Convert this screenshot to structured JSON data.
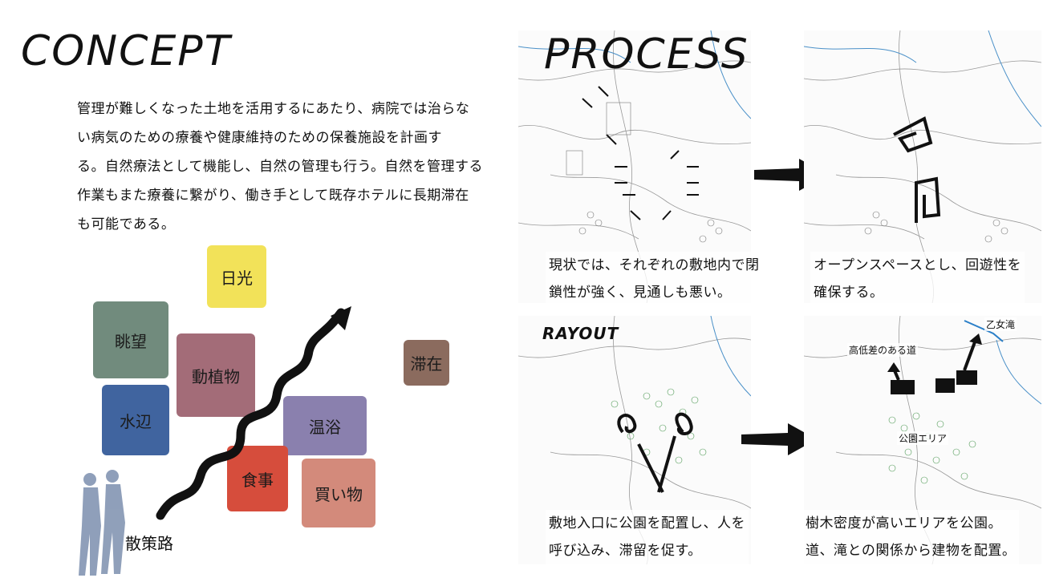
{
  "concept": {
    "heading": "CONCEPT",
    "text_lines": [
      "管理が難しくなった土地を活用するにあたり、病院では治らな",
      "い病気のための療養や健康維持のための保養施設を計画す",
      "る。自然療法として機能し、自然の管理も行う。自然を管理する",
      "作業もまた療養に繋がり、働き手として既存ホテルに長期滞在",
      "も可能である。"
    ],
    "swatches": [
      {
        "label": "日光",
        "color": "#f4e34a"
      },
      {
        "label": "眺望",
        "color": "#6f8c7c"
      },
      {
        "label": "動植物",
        "color": "#a86b78"
      },
      {
        "label": "滞在",
        "color": "#8e6a5c"
      },
      {
        "label": "水辺",
        "color": "#3c64a6"
      },
      {
        "label": "温浴",
        "color": "#8a7fb2"
      },
      {
        "label": "食事",
        "color": "#e24a37"
      },
      {
        "label": "買い物",
        "color": "#d98878"
      }
    ],
    "path_label": "散策路"
  },
  "process": {
    "heading": "PROCESS",
    "panels": [
      {
        "caption_lines": [
          "現状では、それぞれの敷地内で閉",
          "鎖性が強く、見通しも悪い。"
        ]
      },
      {
        "caption_lines": [
          "オープンスペースとし、回遊性を",
          "確保する。"
        ]
      },
      {
        "caption_lines": [
          "敷地入口に公園を配置し、人を",
          "呼び込み、滞留を促す。"
        ]
      },
      {
        "caption_lines": [
          "樹木密度が高いエリアを公園。",
          "道、滝との関係から建物を配置。"
        ]
      }
    ],
    "layout_heading": "RAYOUT",
    "map_labels": {
      "waterfall": "乙女滝",
      "slope_road": "高低差のある道",
      "park_area": "公園エリア"
    }
  },
  "colors": {
    "ink": "#111111",
    "river": "#4a90c8",
    "tree": "#4f9a55"
  }
}
